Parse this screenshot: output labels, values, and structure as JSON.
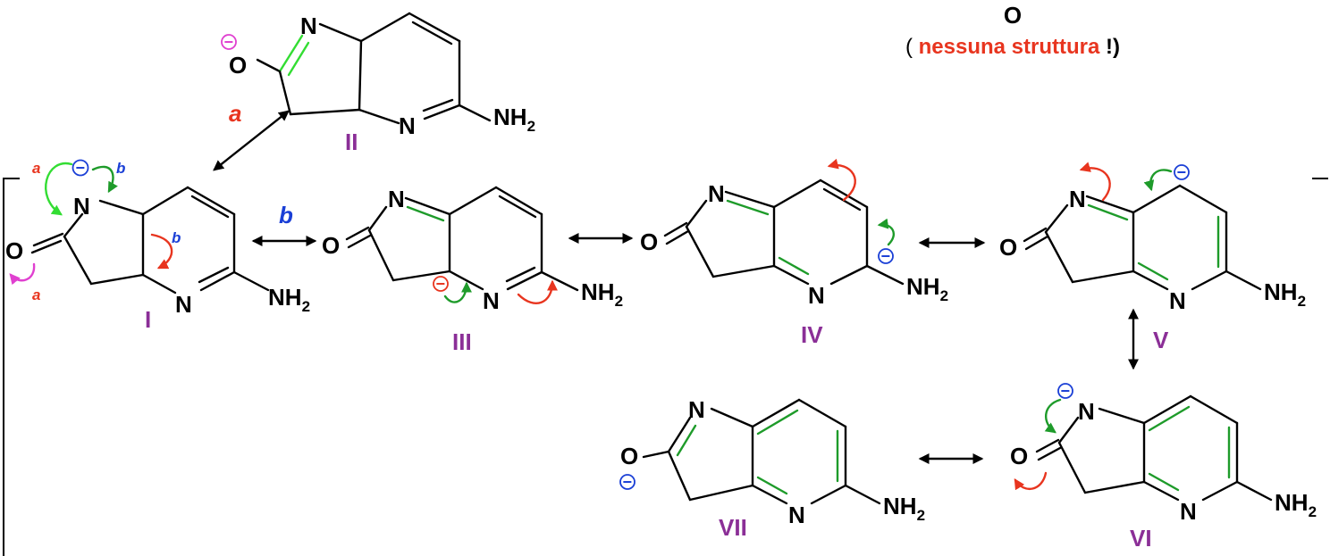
{
  "colors": {
    "label": "#8B2F97",
    "red": "#E8351F",
    "green": "#1E9B2A",
    "lime": "#33DD33",
    "blue": "#1A3FD6",
    "magenta": "#E040D0",
    "black": "#000000"
  },
  "atoms": {
    "N": "N",
    "O": "O",
    "NH": "NH",
    "sub2": "2"
  },
  "structures": {
    "I": "I",
    "II": "II",
    "III": "III",
    "IV": "IV",
    "V": "V",
    "VI": "VI",
    "VII": "VII"
  },
  "pathways": {
    "a": "a",
    "b": "b"
  },
  "charge": "−",
  "note": {
    "atom": "O",
    "open": "( ",
    "text": "nessuna struttura",
    "close": " !)"
  }
}
